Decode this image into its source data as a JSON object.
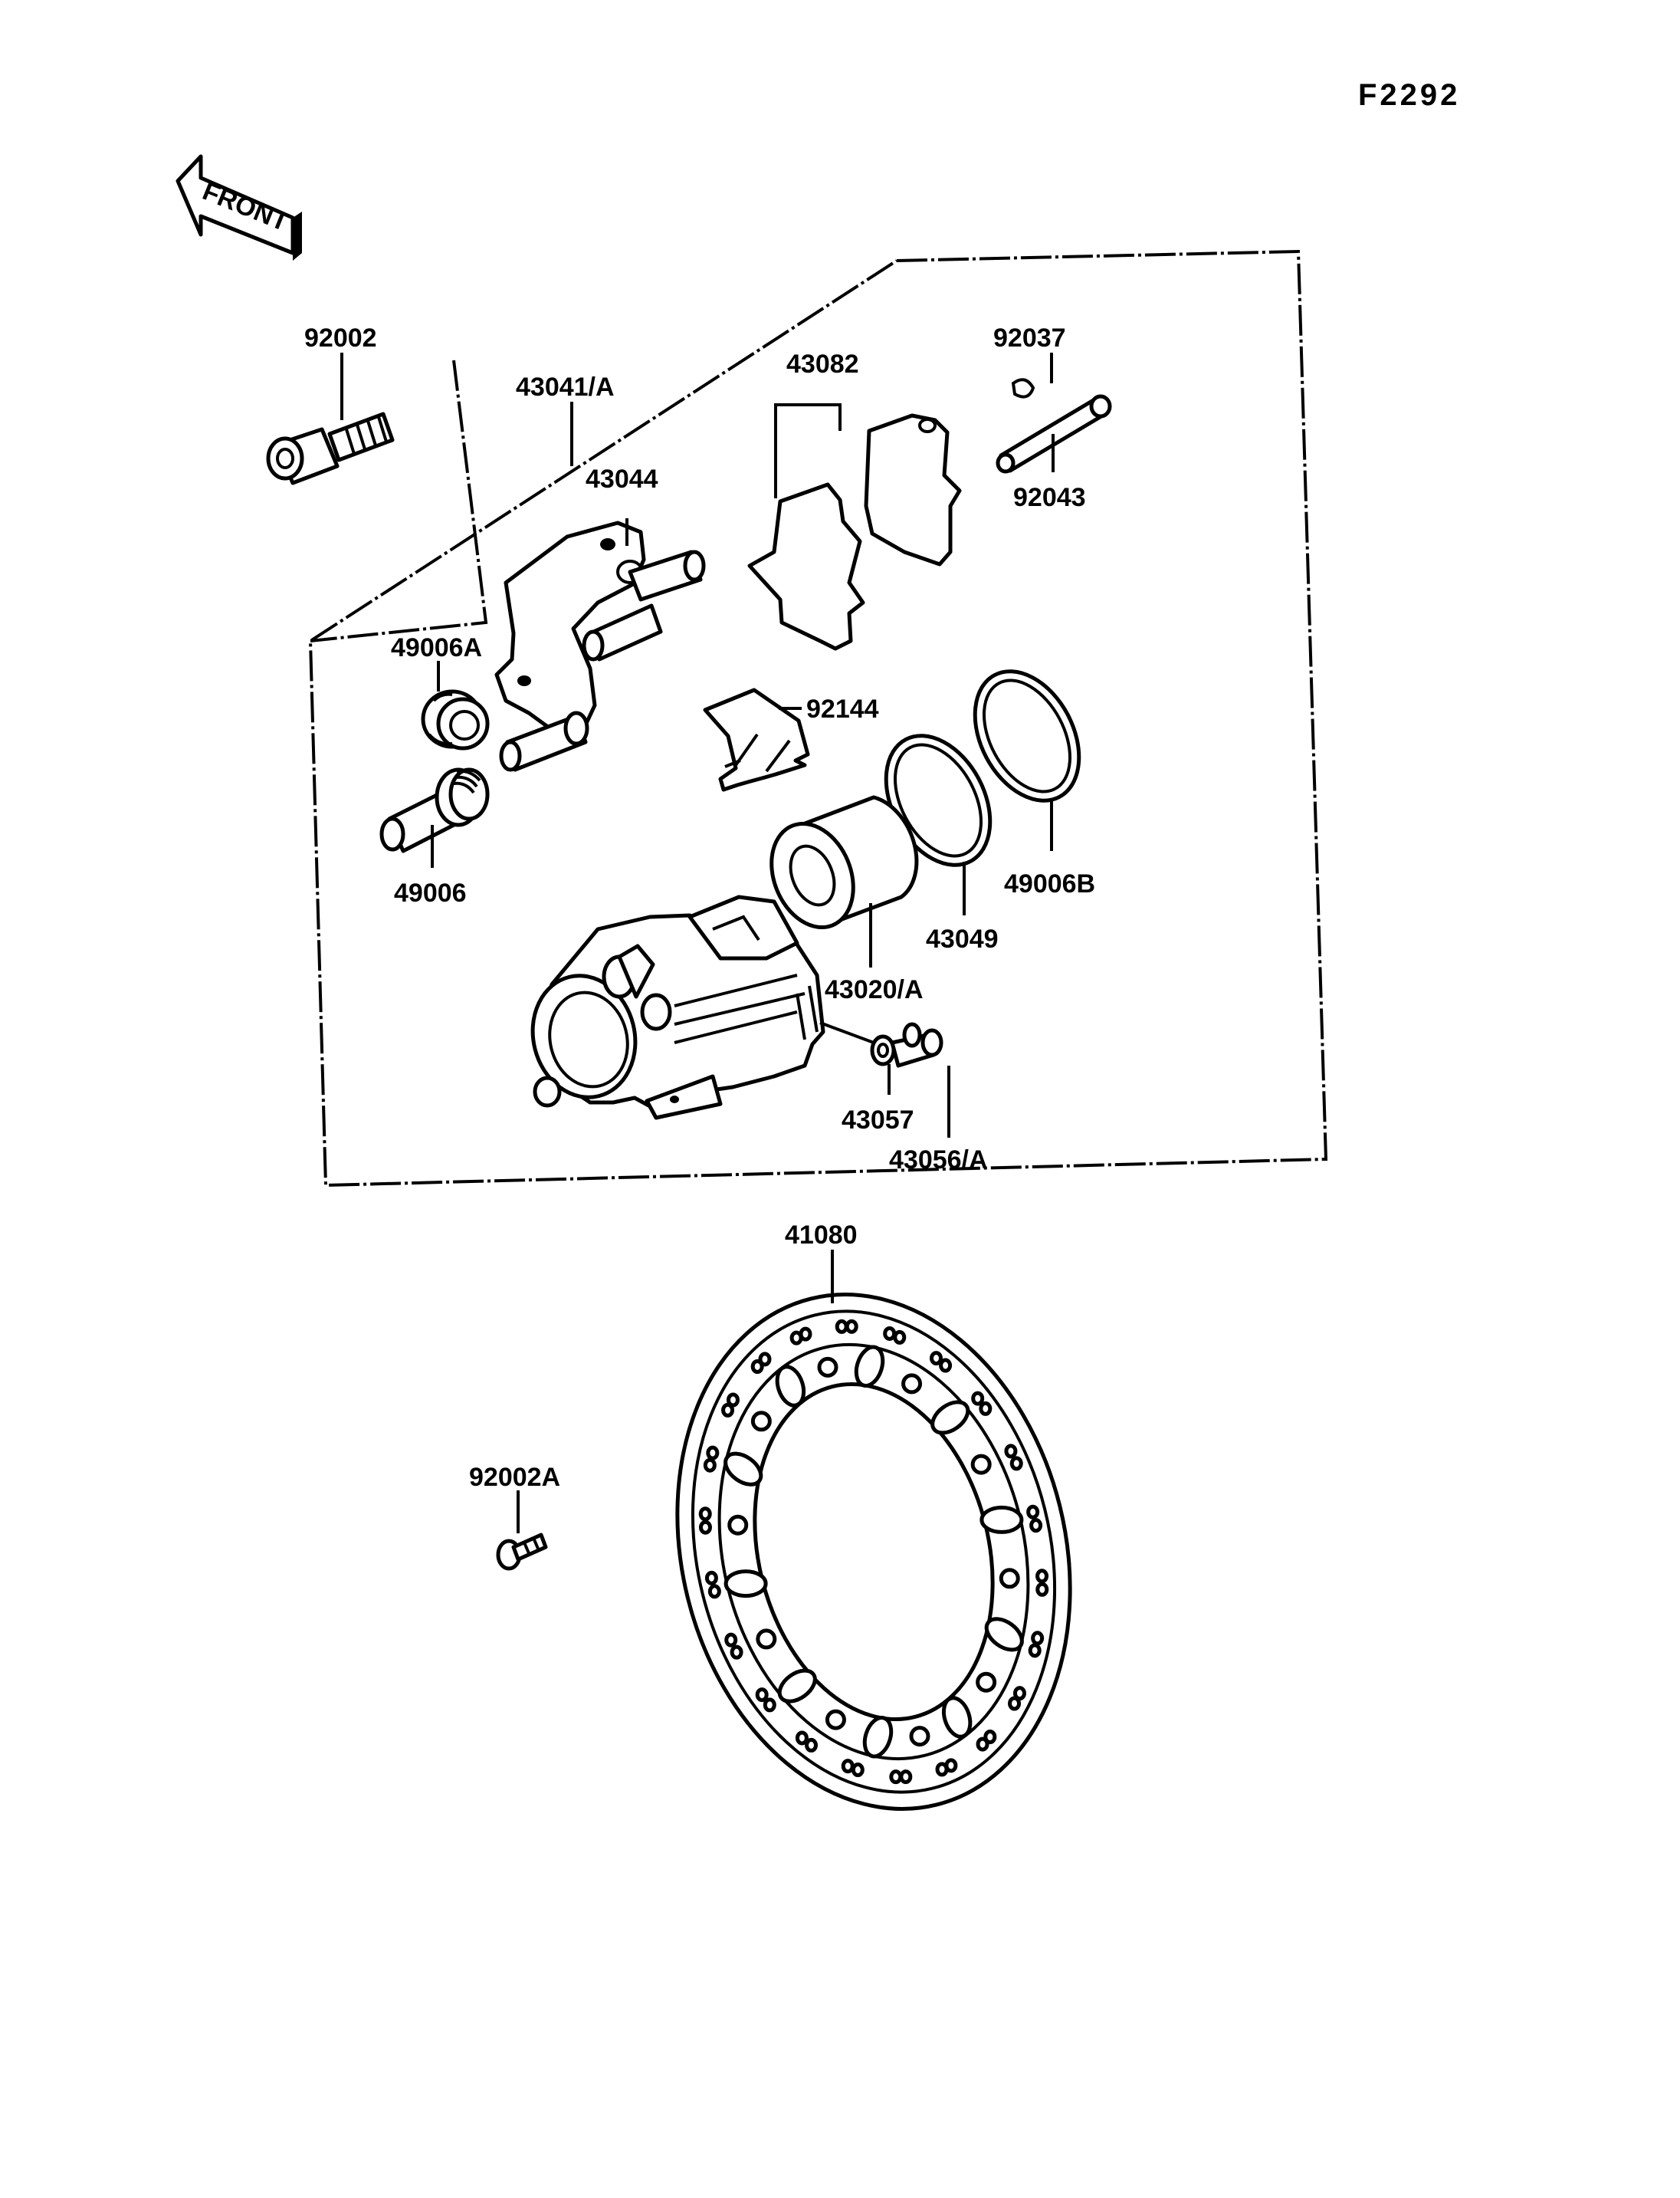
{
  "figure_code": "F2292",
  "front_arrow_label": "FRONT",
  "parts": {
    "p92002": "92002",
    "p43041": "43041/A",
    "p43082": "43082",
    "p92037": "92037",
    "p92043": "92043",
    "p43044": "43044",
    "p49006A": "49006A",
    "p92144": "92144",
    "p49006": "49006",
    "p49006B": "49006B",
    "p43049": "43049",
    "p43020": "43020/A",
    "p43057": "43057",
    "p43056": "43056/A",
    "p41080": "41080",
    "p92002A": "92002A"
  }
}
